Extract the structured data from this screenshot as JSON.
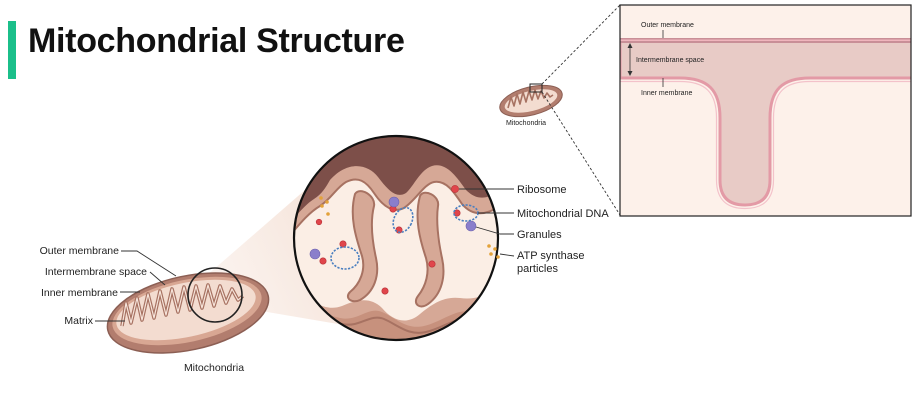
{
  "title": "Mitochondrial Structure",
  "main_labels": {
    "outer_membrane": "Outer membrane",
    "intermembrane_space": "Intermembrane space",
    "inner_membrane": "Inner membrane",
    "matrix": "Matrix",
    "mitochondria": "Mitochondria"
  },
  "zoom_labels": {
    "ribosome": "Ribosome",
    "mitochondrial_dna": "Mitochondrial DNA",
    "granules": "Granules",
    "atp_line1": "ATP synthase",
    "atp_line2": "particles"
  },
  "mini": {
    "mitochondria": "Mitochondria"
  },
  "panel_labels": {
    "outer_membrane": "Outer membrane",
    "intermembrane_space": "Intermembrane space",
    "inner_membrane": "Inner membrane"
  },
  "colors": {
    "accent": "#1bbf8a",
    "membrane_outer": "#a9776a",
    "intermembrane": "#e7c2b6",
    "matrix": "#fbe8de",
    "cristae_space": "#7d4f49",
    "ribosome": "#e0454b",
    "granule": "#8a7ecb",
    "dna": "#4a7fc0",
    "atp": "#e3a23a",
    "panel_bg": "#fdf1ea",
    "panel_membrane": "#e39aa6"
  }
}
